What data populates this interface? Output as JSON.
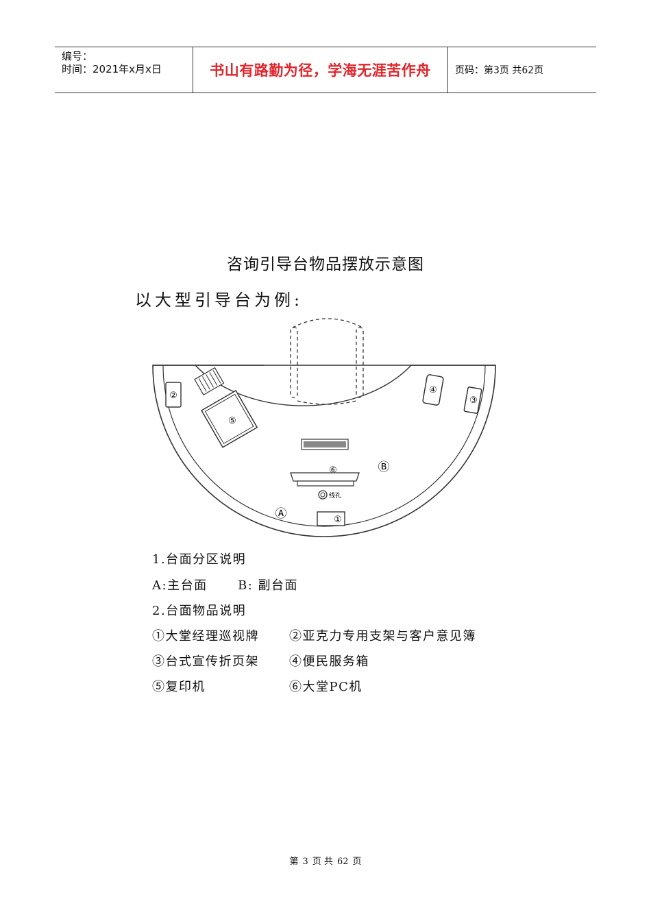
{
  "header": {
    "number_label": "编号：",
    "time_label": "时间：2021年x月x日",
    "motto": "书山有路勤为径，学海无涯苦作舟",
    "page_info": "页码：第3页  共62页"
  },
  "title": "咨询引导台物品摆放示意图",
  "subtitle": "以大型引导台为例:",
  "diagram": {
    "labels": {
      "item1": "①",
      "item2": "②",
      "item3": "③",
      "item4": "④",
      "item5": "⑤",
      "item6": "⑥",
      "zone_a": "Ⓐ",
      "zone_b": "Ⓑ",
      "hole": "线孔"
    }
  },
  "legend": {
    "section1": "1.台面分区说明",
    "zone_a": "A:主台面",
    "zone_b": "B: 副台面",
    "section2": "2.台面物品说明",
    "items": [
      "①大堂经理巡视牌",
      "②亚克力专用支架与客户意见簿",
      "③台式宣传折页架",
      "④便民服务箱",
      "⑤复印机",
      "⑥大堂PC机"
    ]
  },
  "footer": {
    "prefix": "第",
    "page": "3",
    "mid": "页 共",
    "total": "62",
    "suffix": "页"
  }
}
